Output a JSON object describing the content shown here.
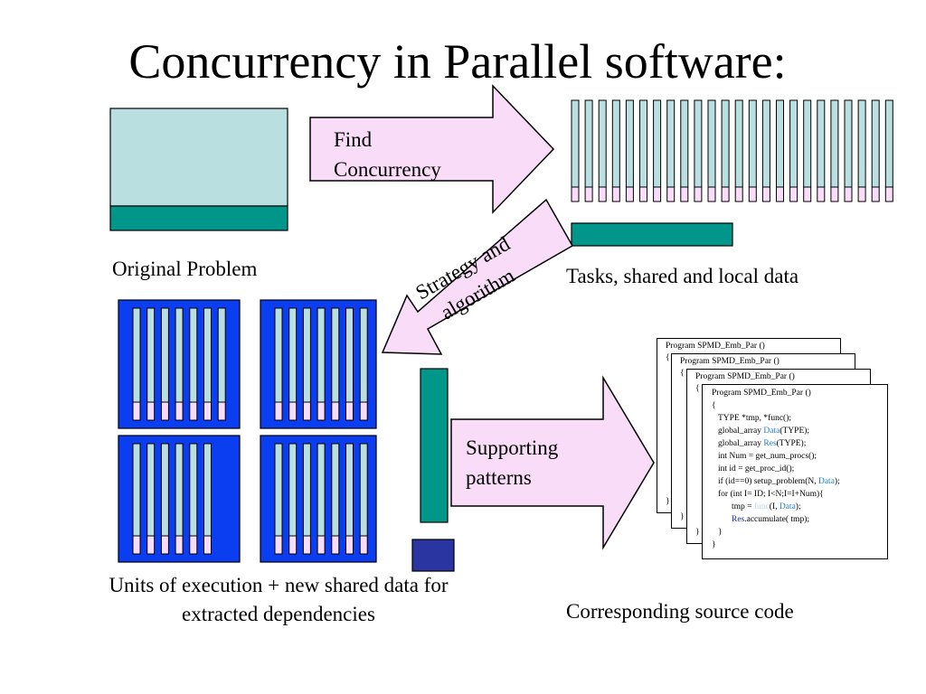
{
  "slide": {
    "title": "Concurrency in Parallel software:"
  },
  "labels": {
    "original_problem": "Original Problem",
    "tasks": "Tasks, shared and local data",
    "units_line1": "Units of execution + new shared data for",
    "units_line2": "extracted dependencies",
    "source_code": "Corresponding source code"
  },
  "arrows": {
    "find_concurrency_line1": "Find",
    "find_concurrency_line2": "Concurrency",
    "strategy_line1": "Strategy and",
    "strategy_line2": "algorithm",
    "supporting_line1": "Supporting",
    "supporting_line2": "patterns"
  },
  "code": {
    "page_header": "Program SPMD_Emb_Par ()",
    "open_brace": "{",
    "close_brace": "}",
    "line_type": "TYPE *tmp, *func();",
    "line_global_data_prefix": "global_array ",
    "line_global_data_var": "Data",
    "line_global_data_suffix": "(TYPE);",
    "line_global_res_prefix": "global_array ",
    "line_global_res_var": "Res",
    "line_global_res_suffix": "(TYPE);",
    "line_num": "int Num = get_num_procs();",
    "line_id": "int id = get_proc_id();",
    "line_setup_prefix": "if (id==0) setup_problem(N, ",
    "line_setup_var": "Data",
    "line_setup_suffix": ");",
    "line_for": "for (int I= ID; I<N;I=I+Num){",
    "line_tmp_prefix": "tmp = ",
    "line_tmp_func": "func",
    "line_tmp_mid": "(I, ",
    "line_tmp_var": "Data",
    "line_tmp_suffix": ");",
    "line_res_var": "Res",
    "line_res_suffix": ".accumulate( tmp);"
  },
  "colors": {
    "light_blue": "#b9dfe1",
    "teal": "#00978a",
    "pink": "#f9dcf7",
    "royal_blue": "#0a3ef0",
    "navy": "#2a35a2"
  }
}
